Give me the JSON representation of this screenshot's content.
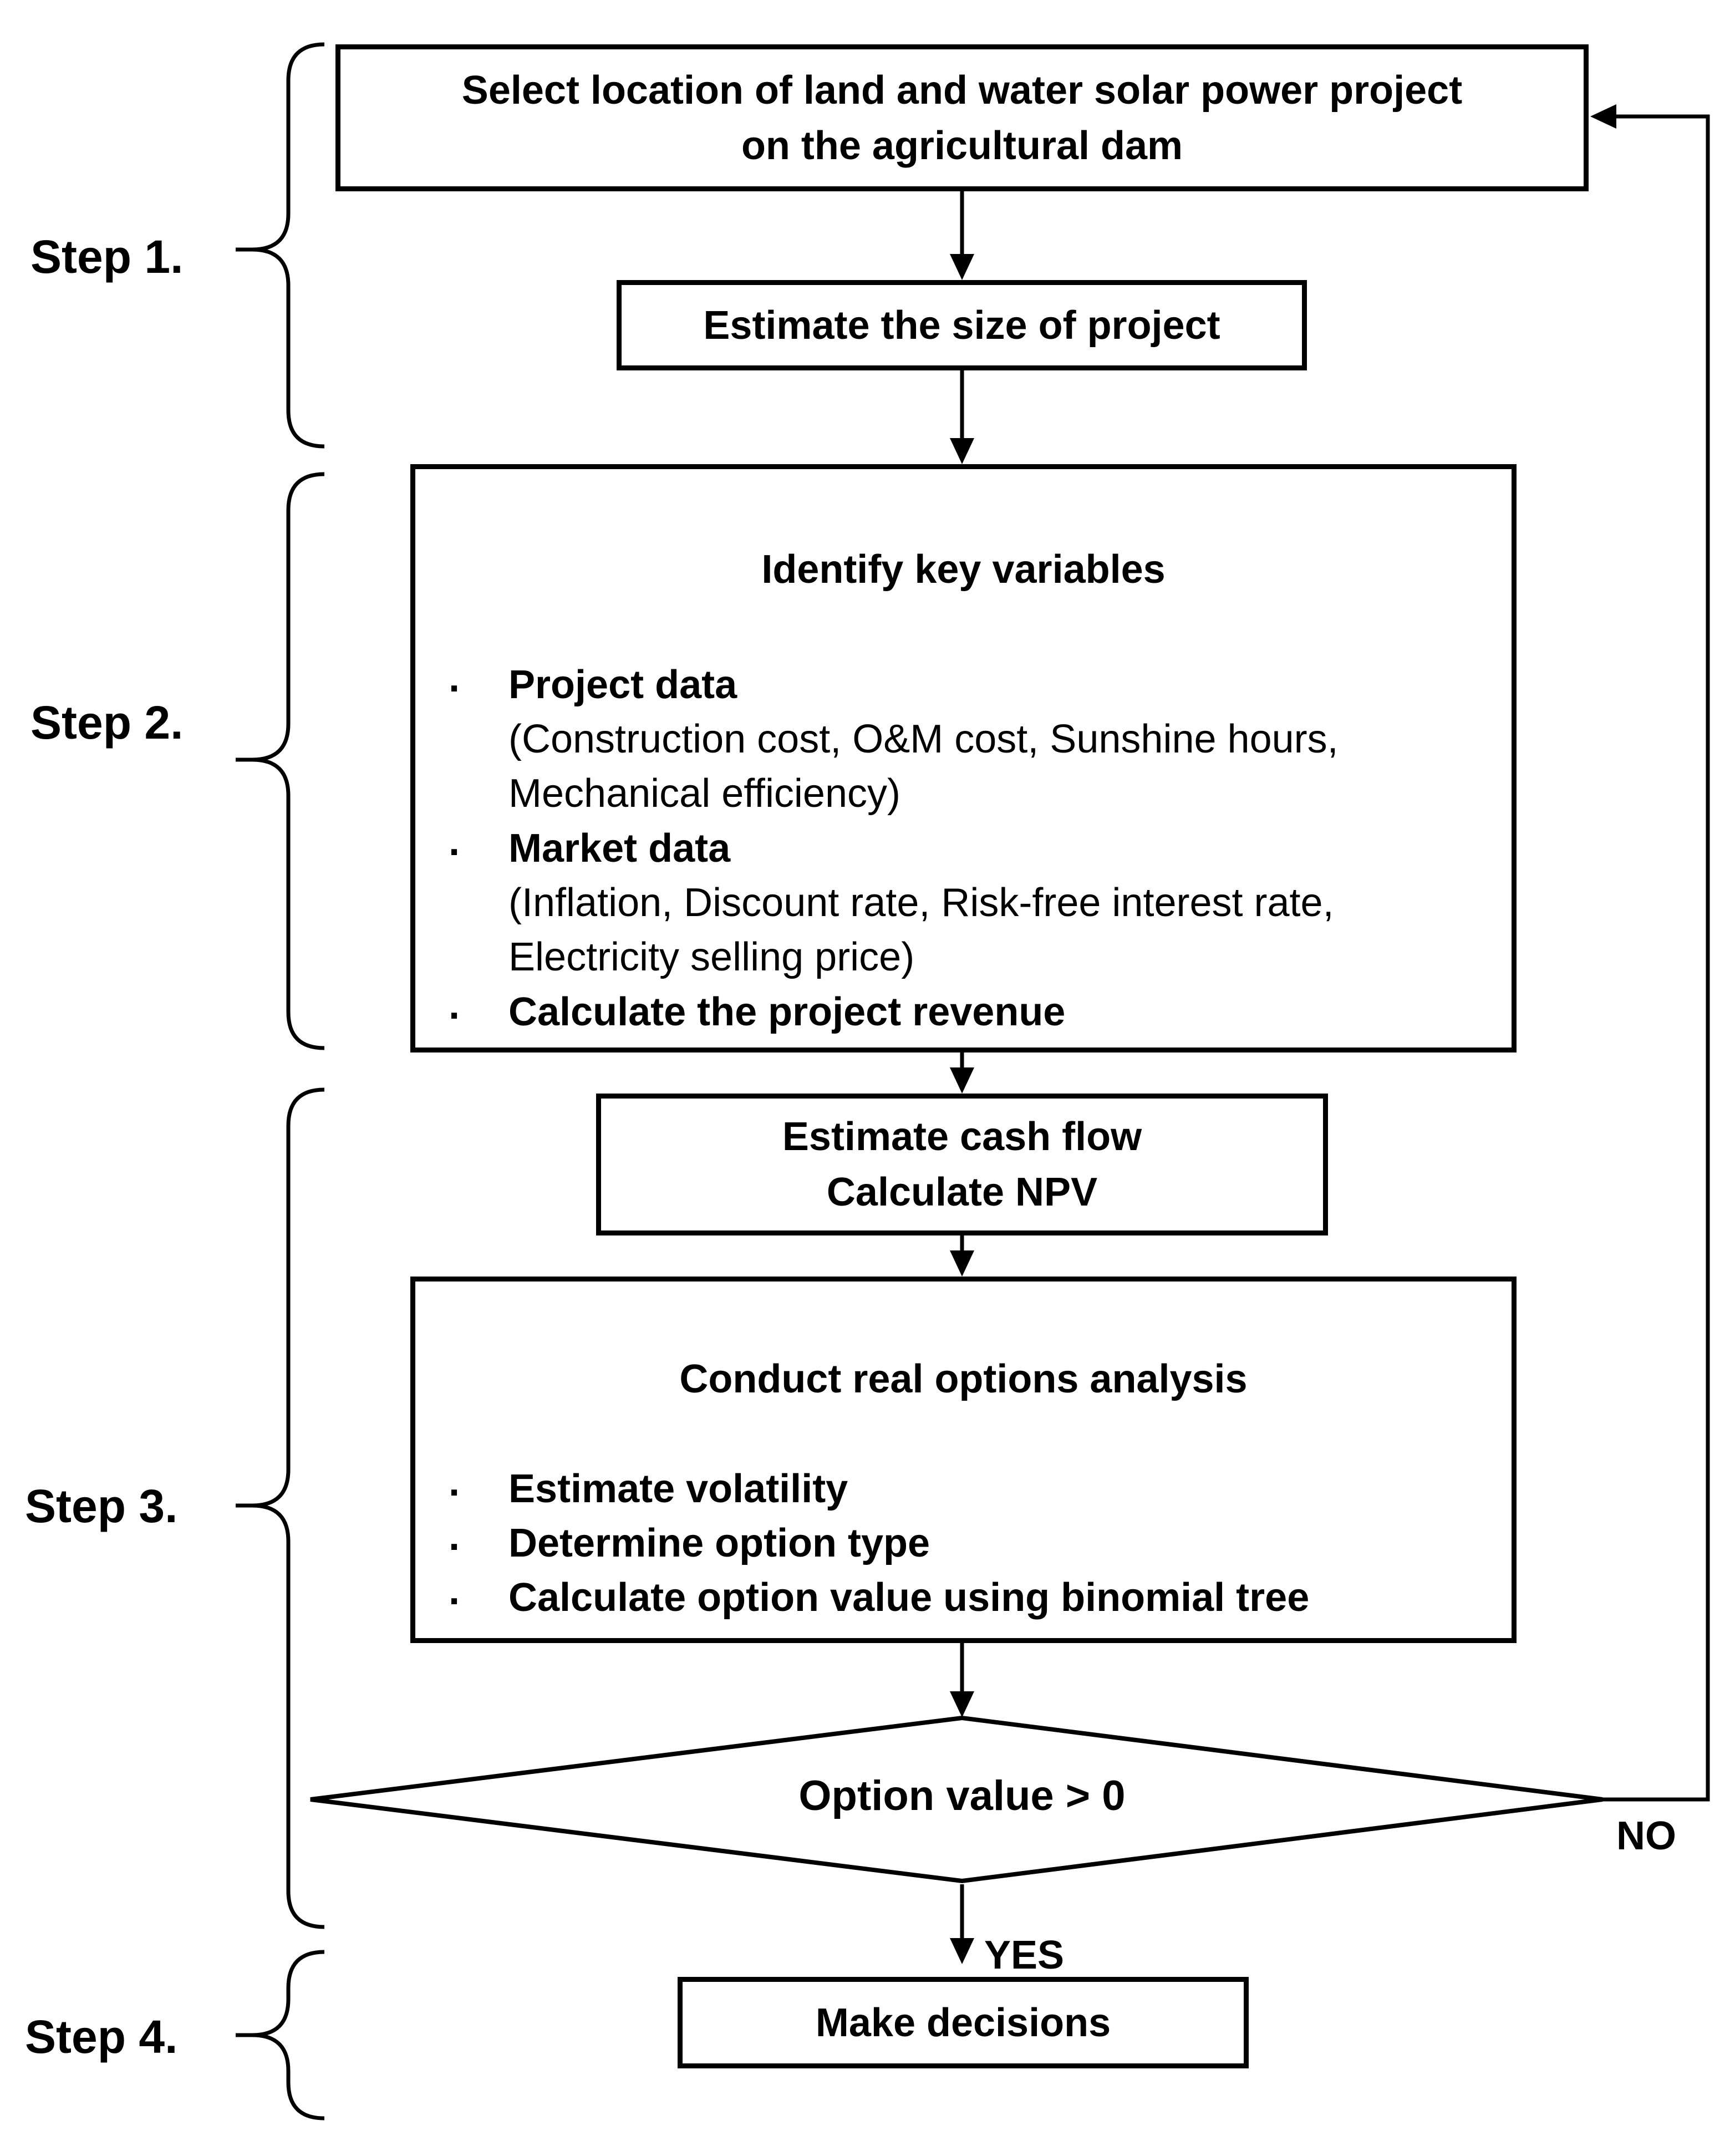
{
  "steps": [
    "Step 1.",
    "Step 2.",
    "Step 3.",
    "Step 4."
  ],
  "box1": {
    "line1": "Select location of land and water solar power project",
    "line2": "on the agricultural dam"
  },
  "box2": {
    "text": "Estimate the size of project"
  },
  "box3": {
    "title": "Identify key variables",
    "bullet": "·",
    "items": [
      {
        "head": "Project data",
        "detail1": "(Construction cost, O&M cost, Sunshine hours,",
        "detail2": "Mechanical efficiency)"
      },
      {
        "head": "Market data",
        "detail1": "(Inflation, Discount rate, Risk-free interest rate,",
        "detail2": "Electricity selling price)"
      },
      {
        "head": "Calculate the project revenue"
      }
    ]
  },
  "box4": {
    "line1": "Estimate cash flow",
    "line2": "Calculate NPV"
  },
  "box5": {
    "title": "Conduct real options analysis",
    "items": [
      "Estimate volatility",
      "Determine option type",
      "Calculate option value using binomial tree"
    ]
  },
  "decision": {
    "text": "Option value > 0",
    "no_label": "NO",
    "yes_label": "YES"
  },
  "box6": {
    "text": "Make decisions"
  }
}
